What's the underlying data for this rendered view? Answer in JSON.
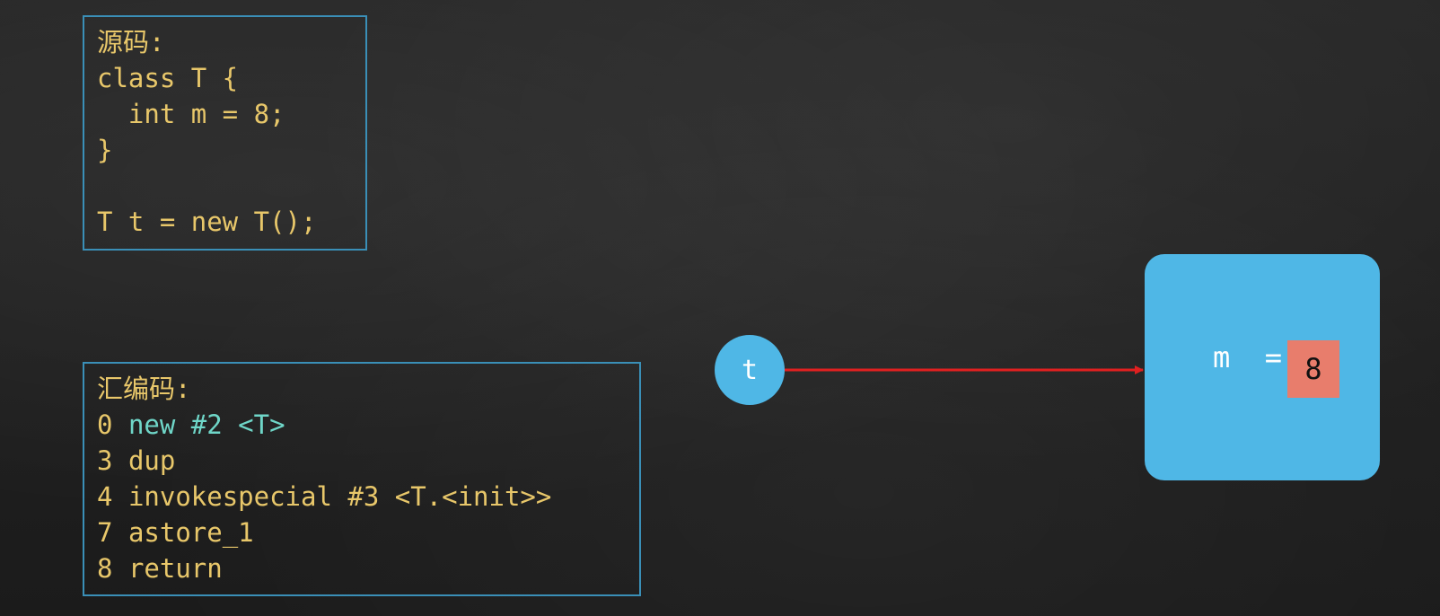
{
  "source": {
    "lines": [
      "源码:",
      "class T {",
      "  int m = 8;",
      "}",
      "",
      "T t = new T();"
    ]
  },
  "assembly": {
    "title": "汇编码:",
    "lines": [
      {
        "num": "0",
        "instr": "new #2 <T>"
      },
      {
        "num": "3",
        "instr": "dup"
      },
      {
        "num": "4",
        "instr": "invokespecial #3 <T.<init>>"
      },
      {
        "num": "7",
        "instr": "astore_1"
      },
      {
        "num": "8",
        "instr": "return"
      }
    ]
  },
  "reference": {
    "label": "t"
  },
  "object": {
    "field_label": "m  =",
    "field_value": "8"
  },
  "colors": {
    "code_yellow": "#e8c76a",
    "code_teal": "#6fd6c8",
    "box_border": "#3a8fb7",
    "object_blue": "#4fb7e6",
    "value_red": "#e87d6c",
    "arrow_red": "#e02020"
  }
}
